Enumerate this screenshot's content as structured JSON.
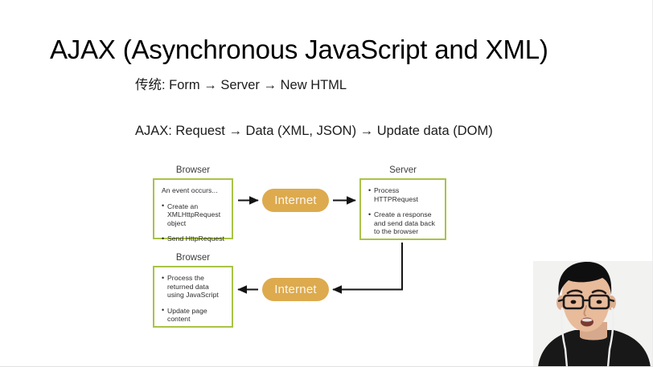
{
  "slide": {
    "title": "AJAX (Asynchronous JavaScript and XML)",
    "lines": {
      "traditional": "传统: Form  → Server → New HTML",
      "ajax": "AJAX: Request → Data (XML, JSON) → Update data (DOM)"
    }
  },
  "diagram": {
    "browser_top": {
      "label": "Browser",
      "items": [
        "An event occurs...",
        "Create an XMLHttpRequest object",
        "Send HttpRequest"
      ]
    },
    "server": {
      "label": "Server",
      "items": [
        "Process HTTPRequest",
        "Create a response and send data back to the browser"
      ]
    },
    "browser_bottom": {
      "label": "Browser",
      "items": [
        "Process the returned data using JavaScript",
        "Update page content"
      ]
    },
    "internet_top": "Internet",
    "internet_bottom": "Internet"
  },
  "colors": {
    "panel_border": "#a9c347",
    "internet_fill": "#ddaa4e",
    "internet_text": "#fdf6ea",
    "arrow": "#141414",
    "background": "#ffffff",
    "title_text": "#000000"
  }
}
